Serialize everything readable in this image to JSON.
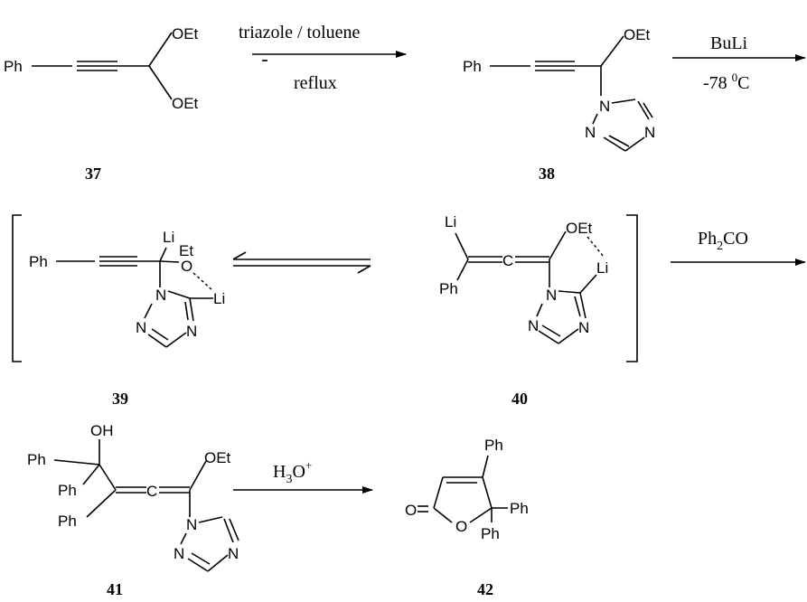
{
  "atoms": {
    "ph": "Ph",
    "oet": "OEt",
    "o": "O",
    "n": "N",
    "li": "Li",
    "et": "Et",
    "oh": "OH"
  },
  "conditions": {
    "step1_top": "triazole / toluene",
    "step1_bottom": "reflux",
    "step2_top": "BuLi",
    "step2_bottom_main": "-78 ",
    "step2_bottom_sup": "0",
    "step2_bottom_unit": "C",
    "step3_main": "Ph",
    "step3_sub": "2",
    "step3_tail": "CO",
    "step4_main": "H",
    "step4_sub": "3",
    "step4_tail": "O",
    "step4_sup": "+"
  },
  "compounds": {
    "c37": "37",
    "c38": "38",
    "c39": "39",
    "c40": "40",
    "c41": "41",
    "c42": "42"
  }
}
